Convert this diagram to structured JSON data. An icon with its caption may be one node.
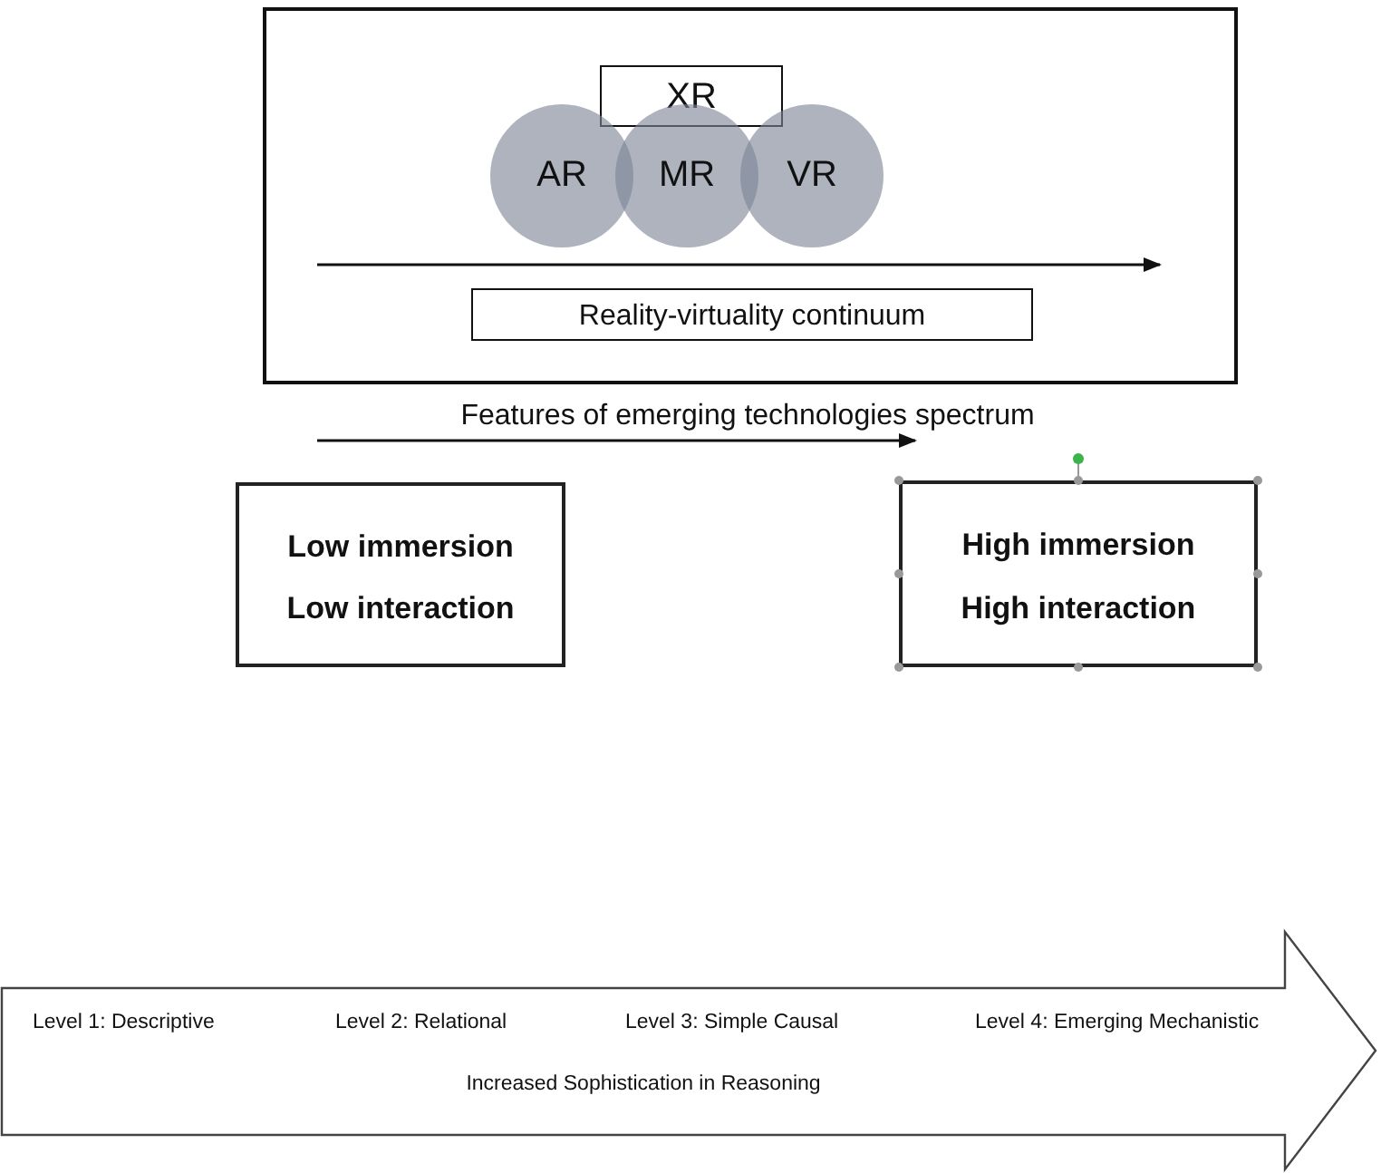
{
  "diagram": {
    "nodes": [
      {
        "text": [],
        "shape": "box"
      },
      {
        "text": [
          "XR"
        ],
        "in": 0
      },
      {
        "text": [
          "AR"
        ],
        "in": 0
      },
      {
        "text": [
          "MR"
        ],
        "in": 0
      },
      {
        "text": [
          "VR"
        ],
        "in": 0
      },
      {
        "text": [
          "Reality-virtuality continuum"
        ],
        "in": 0
      },
      {
        "text": [
          "Low immersion",
          "Low interaction"
        ]
      },
      {
        "text": [
          "High immersion",
          "High interaction"
        ]
      },
      {
        "text": [
          "Level 1: Descriptive",
          "Level 2: Relational",
          "Level 3: Simple Causal",
          "Level 4: Emerging Mechanistic",
          "Increased Sophistication in Reasoning"
        ]
      }
    ],
    "edges": [],
    "labels": [
      "Features of emerging technologies spectrum"
    ]
  }
}
